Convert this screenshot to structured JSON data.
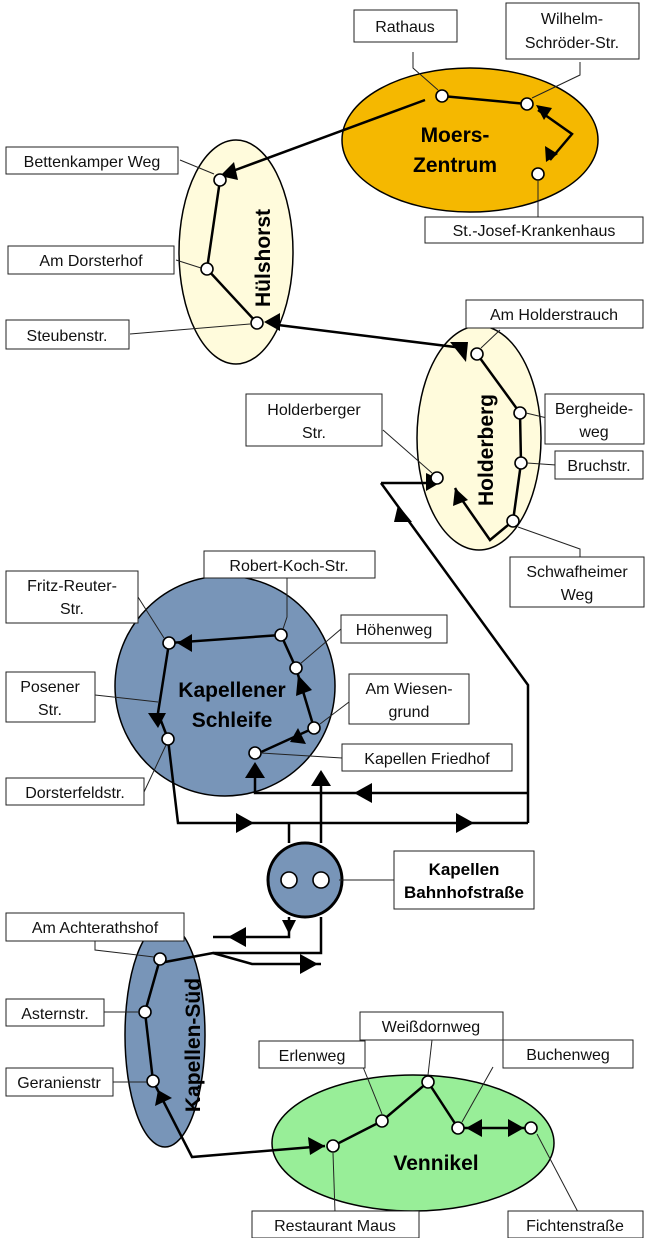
{
  "colors": {
    "moers_zentrum": "#F5B800",
    "huelshorst": "#FFFBDC",
    "holderberg": "#FFFBDC",
    "kapellener_schleife": "#7895B8",
    "kapellen_sued": "#7895B8",
    "vennikel": "#98EE98",
    "bahnhof": "#7895B8"
  },
  "zones": {
    "moers_zentrum": [
      "Moers-",
      "Zentrum"
    ],
    "huelshorst": "Hülshorst",
    "holderberg": "Holderberg",
    "kapellener_schleife": [
      "Kapellener",
      "Schleife"
    ],
    "kapellen_sued": "Kapellen-Süd",
    "vennikel": "Vennikel"
  },
  "stops": {
    "rathaus": "Rathaus",
    "wilhelm_schroeder": [
      "Wilhelm-",
      "Schröder-Str."
    ],
    "st_josef": "St.-Josef-Krankenhaus",
    "bettenkamper_weg": "Bettenkamper Weg",
    "am_dorsterhof": "Am Dorsterhof",
    "steubenstr": "Steubenstr.",
    "am_holderstrauch": "Am Holderstrauch",
    "holderberger_str": [
      "Holderberger",
      "Str."
    ],
    "bergheideweg": [
      "Bergheide-",
      "weg"
    ],
    "bruchstr": "Bruchstr.",
    "schwafheimer_weg": [
      "Schwafheimer",
      "Weg"
    ],
    "robert_koch": "Robert-Koch-Str.",
    "fritz_reuter": [
      "Fritz-Reuter-",
      "Str."
    ],
    "hoehenweg": "Höhenweg",
    "posener_str": [
      "Posener",
      "Str."
    ],
    "am_wiesengrund": [
      "Am Wiesen-",
      "grund"
    ],
    "kapellen_friedhof": "Kapellen Friedhof",
    "dorsterfeldstr": "Dorsterfeldstr.",
    "kapellen_bahnhof": [
      "Kapellen",
      "Bahnhofstraße"
    ],
    "am_achterathshof": "Am Achterathshof",
    "asternstr": "Asternstr.",
    "geranienstr": "Geranienstr",
    "erlenweg": "Erlenweg",
    "weissdornweg": "Weißdornweg",
    "buchenweg": "Buchenweg",
    "restaurant_maus": "Restaurant Maus",
    "fichtenstrasse": "Fichtenstraße"
  }
}
